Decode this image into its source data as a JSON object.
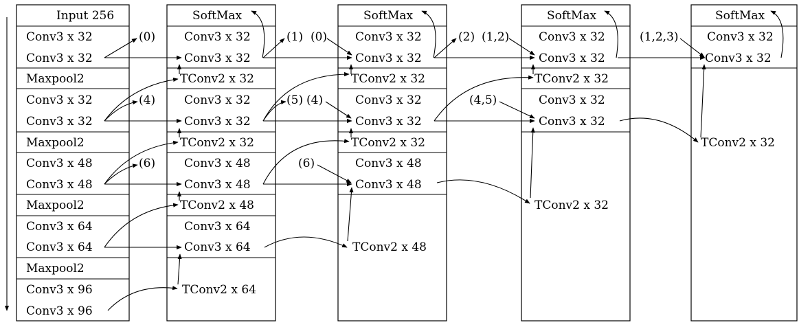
{
  "columns": [
    {
      "id": "encoder",
      "rows": [
        "Input 256",
        "Conv3 x 32",
        "Conv3 x 32",
        "Maxpool2",
        "Conv3 x 32",
        "Conv3 x 32",
        "Maxpool2",
        "Conv3 x 48",
        "Conv3 x 48",
        "Maxpool2",
        "Conv3 x 64",
        "Conv3 x 64",
        "Maxpool2",
        "Conv3 x 96",
        "Conv3 x 96"
      ]
    },
    {
      "id": "decoder-1",
      "rows": [
        "SoftMax",
        "Conv3 x 32",
        "Conv3 x 32",
        "TConv2 x 32",
        "Conv3 x 32",
        "Conv3 x 32",
        "TConv2 x 32",
        "Conv3 x 48",
        "Conv3 x 48",
        "TConv2 x 48",
        "Conv3 x 64",
        "Conv3 x 64",
        "TConv2 x 64"
      ]
    },
    {
      "id": "decoder-2",
      "rows": [
        "SoftMax",
        "Conv3 x 32",
        "Conv3 x 32",
        "TConv2 x 32",
        "Conv3 x 32",
        "Conv3 x 32",
        "TConv2 x 32",
        "Conv3 x 48",
        "Conv3 x 48",
        "TConv2 x 48"
      ]
    },
    {
      "id": "decoder-3",
      "rows": [
        "SoftMax",
        "Conv3 x 32",
        "Conv3 x 32",
        "TConv2 x 32",
        "Conv3 x 32",
        "Conv3 x 32",
        "TConv2 x 32"
      ]
    },
    {
      "id": "decoder-4",
      "rows": [
        "SoftMax",
        "Conv3 x 32",
        "Conv3 x 32",
        "TConv2 x 32"
      ]
    }
  ],
  "skip_labels": [
    "(0)",
    "(4)",
    "(6)",
    "(1)",
    "(0)",
    "(5)",
    "(4)",
    "(6)",
    "(2)",
    "(1,2)",
    "(4,5)",
    "(1,2,3)"
  ]
}
